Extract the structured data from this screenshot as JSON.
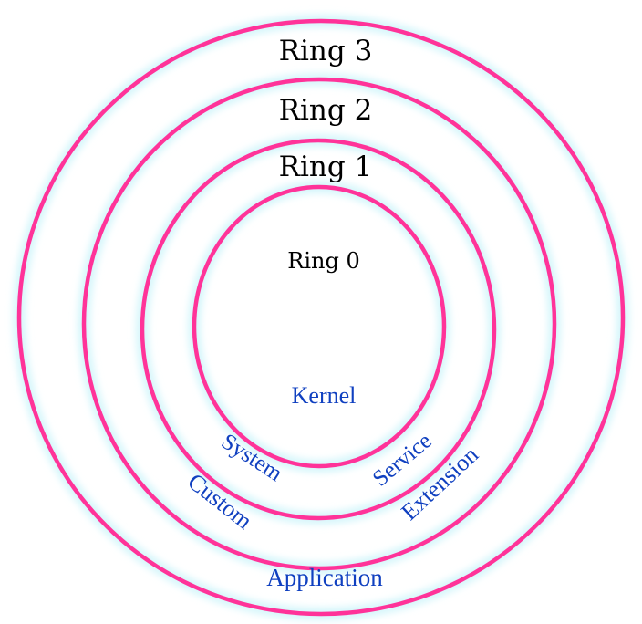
{
  "diagram": {
    "title": "Protection Rings",
    "colors": {
      "ring_stroke": "#ff3399",
      "ring_glow": "#d6f6fb",
      "title_text": "#000000",
      "label_text": "#1040c0",
      "background": "#ffffff"
    },
    "rings": [
      {
        "id": "ring0",
        "title": "Ring 0"
      },
      {
        "id": "ring1",
        "title": "Ring 1"
      },
      {
        "id": "ring2",
        "title": "Ring 2"
      },
      {
        "id": "ring3",
        "title": "Ring 3"
      }
    ],
    "labels": [
      {
        "id": "kernel",
        "text": "Kernel",
        "ring": "Ring 0"
      },
      {
        "id": "system",
        "text": "System",
        "ring": "Ring 1"
      },
      {
        "id": "service",
        "text": "Service",
        "ring": "Ring 1"
      },
      {
        "id": "custom",
        "text": "Custom",
        "ring": "Ring 2"
      },
      {
        "id": "extension",
        "text": "Extension",
        "ring": "Ring 2"
      },
      {
        "id": "application",
        "text": "Application",
        "ring": "Ring 3"
      }
    ]
  }
}
